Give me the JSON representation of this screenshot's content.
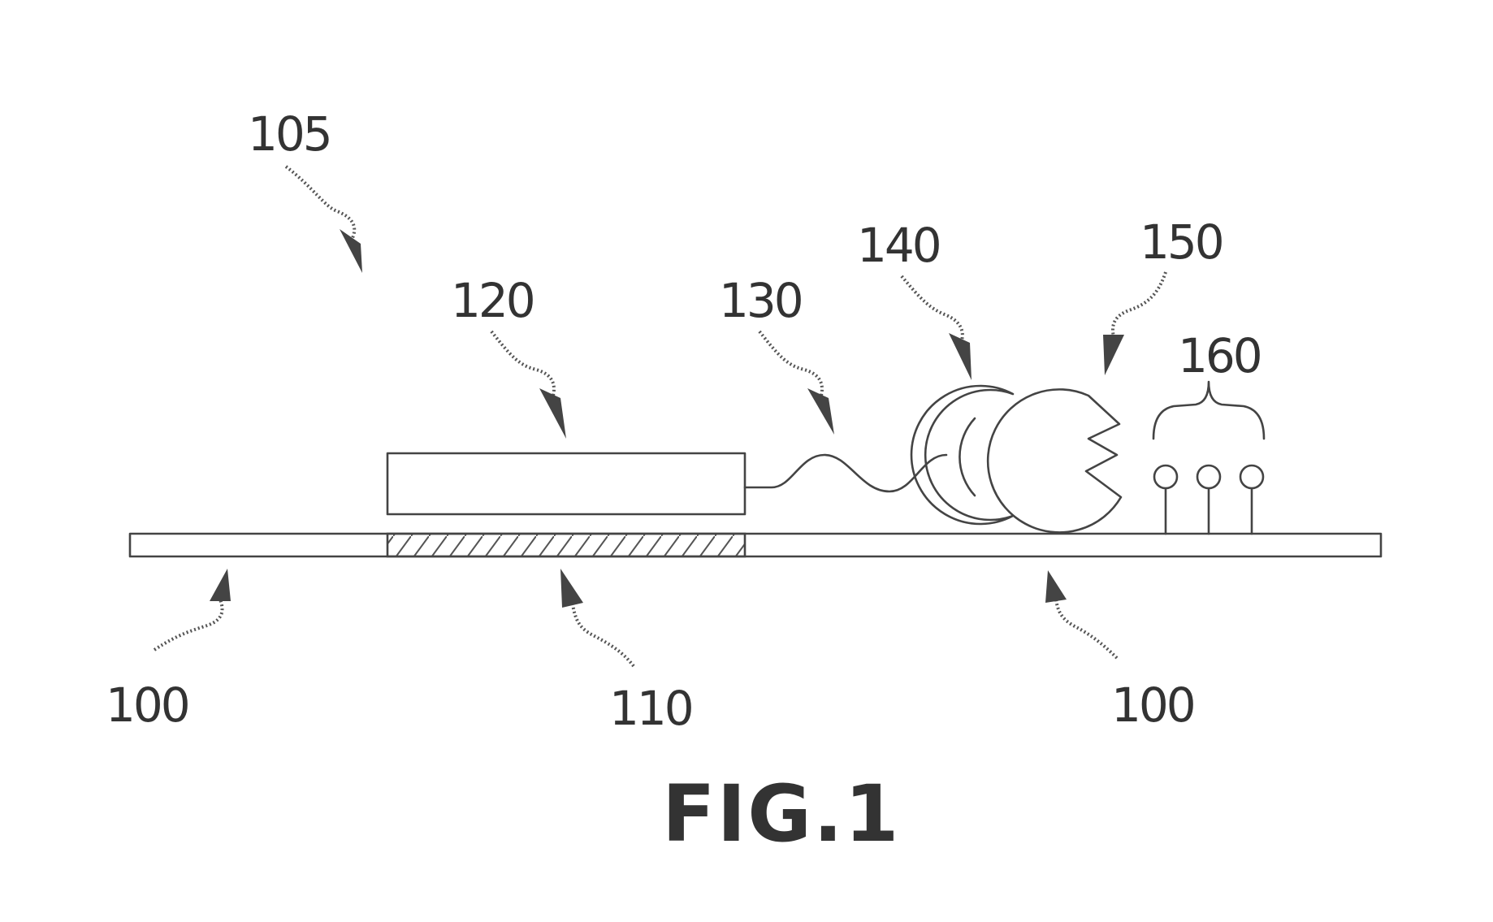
{
  "labels": {
    "ref_105": "105",
    "ref_120": "120",
    "ref_130": "130",
    "ref_140": "140",
    "ref_150": "150",
    "ref_160": "160",
    "ref_100_left": "100",
    "ref_110": "110",
    "ref_100_right": "100"
  },
  "caption": "FIG.1",
  "colors": {
    "line": "#444444",
    "text": "#333333",
    "background": "#ffffff"
  }
}
